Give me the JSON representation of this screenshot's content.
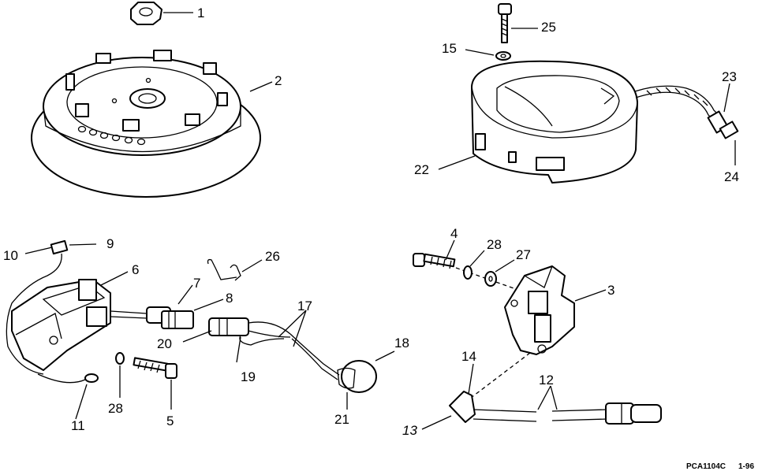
{
  "callouts": [
    {
      "id": "c1",
      "text": "1"
    },
    {
      "id": "c2",
      "text": "2"
    },
    {
      "id": "c3",
      "text": "3"
    },
    {
      "id": "c4",
      "text": "4"
    },
    {
      "id": "c5",
      "text": "5"
    },
    {
      "id": "c6",
      "text": "6"
    },
    {
      "id": "c7",
      "text": "7"
    },
    {
      "id": "c8",
      "text": "8"
    },
    {
      "id": "c9",
      "text": "9"
    },
    {
      "id": "c10",
      "text": "10"
    },
    {
      "id": "c11",
      "text": "11"
    },
    {
      "id": "c12",
      "text": "12"
    },
    {
      "id": "c13",
      "text": "13"
    },
    {
      "id": "c14",
      "text": "14"
    },
    {
      "id": "c15",
      "text": "15"
    },
    {
      "id": "c17",
      "text": "17"
    },
    {
      "id": "c18",
      "text": "18"
    },
    {
      "id": "c19",
      "text": "19"
    },
    {
      "id": "c20",
      "text": "20"
    },
    {
      "id": "c21",
      "text": "21"
    },
    {
      "id": "c22",
      "text": "22"
    },
    {
      "id": "c23",
      "text": "23"
    },
    {
      "id": "c24",
      "text": "24"
    },
    {
      "id": "c25",
      "text": "25"
    },
    {
      "id": "c26",
      "text": "26"
    },
    {
      "id": "c27",
      "text": "27"
    },
    {
      "id": "c28a",
      "text": "28"
    },
    {
      "id": "c28b",
      "text": "28"
    }
  ],
  "footer": {
    "code": "PCA1104C",
    "date": "1-96"
  }
}
